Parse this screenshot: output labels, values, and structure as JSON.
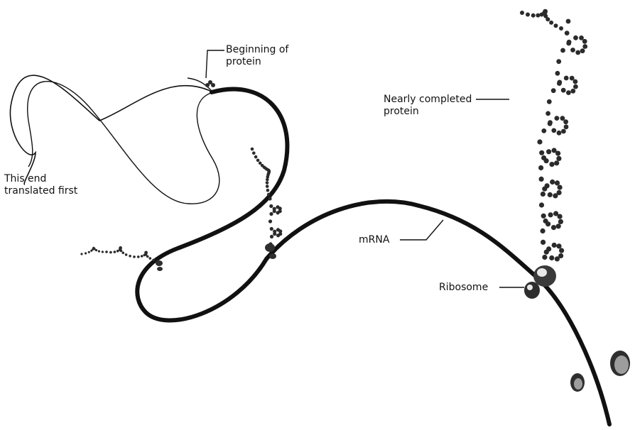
{
  "labels": {
    "beginning_of_protein": [
      "Beginning of",
      "protein"
    ],
    "this_end_translated_first": [
      "This end",
      "translated first"
    ],
    "nearly_completed_protein": [
      "Nearly completed",
      "protein"
    ],
    "mrna": "mRNA",
    "ribosome": "Ribosome"
  },
  "colors": {
    "strand": "#111111",
    "ribosome_fill": "#3a3a3a",
    "ribosome_highlight": "#e8e8e8",
    "protein_bead": "#2b2b2b",
    "background": "#ffffff"
  }
}
